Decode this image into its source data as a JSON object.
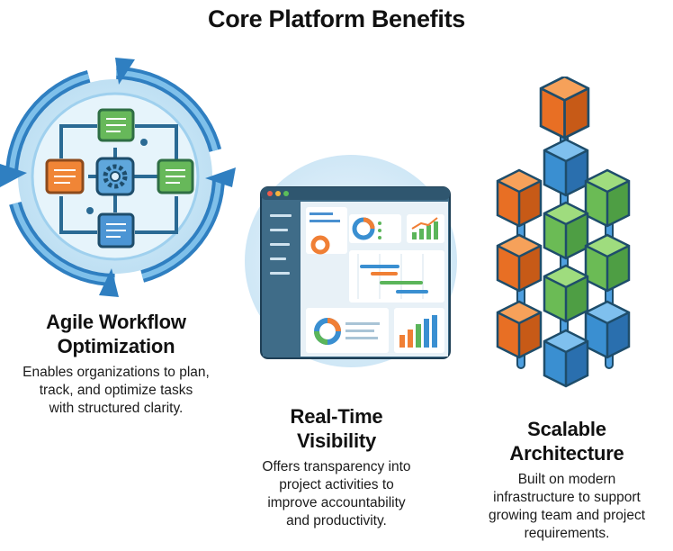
{
  "page": {
    "title": "Core Platform Benefits"
  },
  "benefits": [
    {
      "title_line1": "Agile Workflow",
      "title_line2": "Optimization",
      "desc_lines": [
        "Enables organizations to plan,",
        "track, and optimize tasks",
        "with structured clarity."
      ],
      "icon": "workflow-cycle-icon"
    },
    {
      "title_line1": "Real-Time",
      "title_line2": "Visibility",
      "desc_lines": [
        "Offers transparency into",
        "project activities to",
        "improve accountability",
        "and productivity."
      ],
      "icon": "dashboard-icon"
    },
    {
      "title_line1": "Scalable",
      "title_line2": "Architecture",
      "desc_lines": [
        "Built on modern",
        "infrastructure to support",
        "growing team and project",
        "requirements."
      ],
      "icon": "stacked-cubes-icon"
    }
  ],
  "colors": {
    "blue": "#3a8fd1",
    "green": "#5bb55a",
    "orange": "#f07f35",
    "navy": "#1e4d6b",
    "panel": "#3d6a86"
  }
}
